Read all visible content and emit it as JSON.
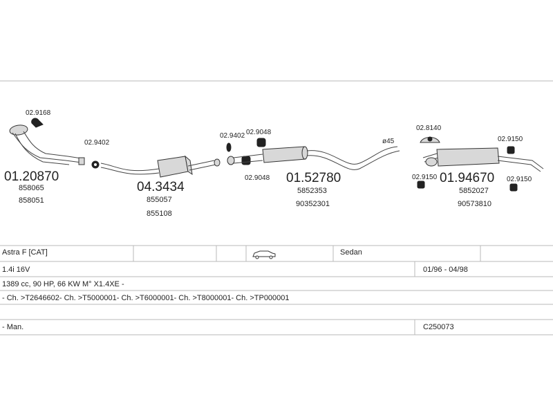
{
  "parts": {
    "clamp_1": "02.9168",
    "front_pipe": "01.20870",
    "front_pipe_ref1": "858065",
    "front_pipe_ref2": "858051",
    "gasket_1": "02.9402",
    "catalyst": "04.3434",
    "catalyst_ref1": "855057",
    "catalyst_ref2": "855108",
    "gasket_2": "02.9402",
    "mount_1": "02.9048",
    "mount_2": "02.9048",
    "middle_silencer": "01.52780",
    "middle_silencer_ref1": "5852353",
    "middle_silencer_ref2": "90352301",
    "pipe_diameter": "ø45",
    "mount_3": "02.8140",
    "mount_4": "02.9150",
    "mount_5": "02.9150",
    "mount_6": "02.9150",
    "rear_silencer": "01.94670",
    "rear_silencer_ref1": "5852027",
    "rear_silencer_ref2": "90573810"
  },
  "vehicle": {
    "model": "Astra F  [CAT]",
    "body": "Sedan",
    "engine": "1.4i 16V",
    "years": "01/96 - 04/98",
    "specs": "1389 cc, 90 HP, 66 KW M° X1.4XE -",
    "chassis": "- Ch. >T2646602- Ch. >T5000001- Ch. >T6000001- Ch. >T8000001- Ch. >TP000001",
    "gearbox": "- Man.",
    "code": "C250073"
  },
  "icons": {
    "body_type": "car-sedan-icon"
  }
}
